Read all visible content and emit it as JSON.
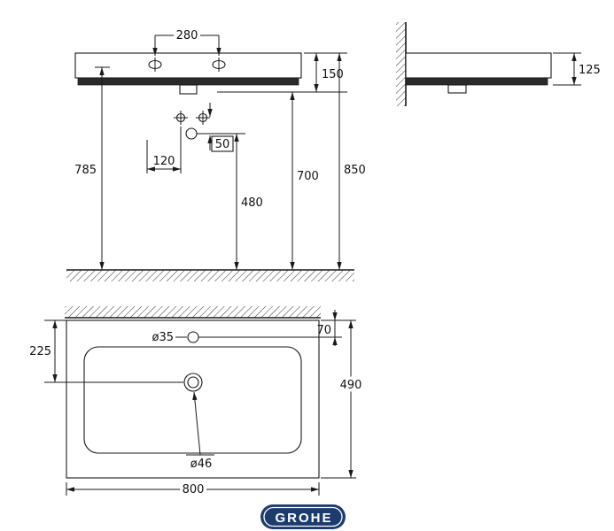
{
  "drawing": {
    "kind": "washbasin technical installation drawing",
    "front_view": {
      "hole_spacing": "280",
      "rim_height": "150",
      "height_785": "785",
      "offset_120": "120",
      "offset_50": "50",
      "height_480": "480",
      "height_700": "700",
      "height_850": "850"
    },
    "side_view": {
      "front_edge_height": "125"
    },
    "plan_view": {
      "faucet_hole_diameter": "ø35",
      "setback_70": "70",
      "setback_225": "225",
      "depth_490": "490",
      "drain_diameter": "ø46",
      "width_800": "800"
    }
  },
  "brand": {
    "logo_text": "GROHE",
    "logo_bg": "#1d3c6e",
    "logo_fg": "#ffffff"
  }
}
